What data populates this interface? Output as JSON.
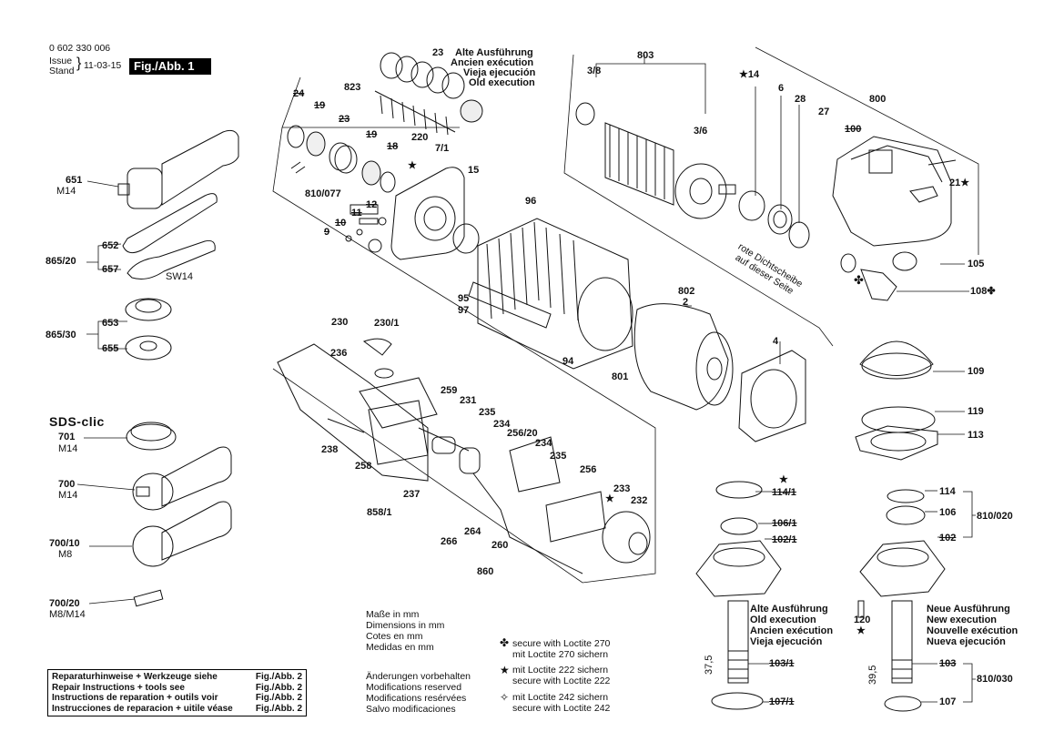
{
  "header": {
    "drawing_number": "0 602 330 006",
    "issue_label_1": "Issue",
    "issue_label_2": "Stand",
    "issue_date": "11-03-15",
    "figure_label": "Fig./Abb. 1"
  },
  "old_version_top": [
    "Alte Ausführung",
    "Ancien exécution",
    "Vieja ejecución",
    "Old execution"
  ],
  "parts": {
    "p651": "651",
    "m14_a": "M14",
    "p865_20": "865/20",
    "p652": "652",
    "p657": "657",
    "sw14": "SW14",
    "p865_30": "865/30",
    "p653": "653",
    "p655": "655",
    "sds": "SDS-clic",
    "p701": "701",
    "m14_b": "M14",
    "p700": "700",
    "m14_c": "M14",
    "p700_10": "700/10",
    "m8": "M8",
    "p700_20": "700/20",
    "m8_m14": "M8/M14",
    "p24": "24",
    "p19a": "19",
    "p23a": "23",
    "p19b": "19",
    "p18": "18",
    "p823": "823",
    "p23": "23",
    "p220": "220",
    "p7_1": "7/1",
    "p15": "15",
    "p810_077": "810/077",
    "p12": "12",
    "p11": "11",
    "p10": "10",
    "p9": "9",
    "p96": "96",
    "p95": "95",
    "p97": "97",
    "p94": "94",
    "p801": "801",
    "p803": "803",
    "p3_8": "3/8",
    "p3_6": "3/6",
    "p802": "802",
    "p2": "2",
    "p4": "4",
    "p14": "★14",
    "p6": "6",
    "p28": "28",
    "p27": "27",
    "p100": "100",
    "p800": "800",
    "p21": "21★",
    "p105": "105",
    "p108": "108✤",
    "seal_note_1": "rote Dichtscheibe",
    "seal_note_2": "auf dieser Seite",
    "p109": "109",
    "p119": "119",
    "p113": "113",
    "p230": "230",
    "p230_1": "230/1",
    "p236": "236",
    "p238": "238",
    "p258": "258",
    "p237": "237",
    "p858_1": "858/1",
    "p259": "259",
    "p231": "231",
    "p235a": "235",
    "p234a": "234",
    "p256_20": "256/20",
    "p234b": "234",
    "p235b": "235",
    "p256": "256",
    "p233": "233",
    "p232": "232",
    "p266": "266",
    "p264": "264",
    "p260": "260",
    "p860": "860",
    "p114_1": "114/1",
    "p106_1": "106/1",
    "p102_1": "102/1",
    "p103_1": "103/1",
    "p107_1": "107/1",
    "p114": "114",
    "p106": "106",
    "p102": "102",
    "p810_020": "810/020",
    "p120": "120",
    "p103": "103",
    "p107": "107",
    "p810_030": "810/030",
    "dim_37_5": "37,5",
    "dim_39_5": "39,5"
  },
  "old_version_bottom": [
    "Alte Ausführung",
    "Old execution",
    "Ancien exécution",
    "Vieja ejecución"
  ],
  "new_version_bottom": [
    "Neue Ausführung",
    "New execution",
    "Nouvelle exécution",
    "Nueva ejecución"
  ],
  "dimensions_note": [
    "Maße in mm",
    "Dimensions in mm",
    "Cotes en mm",
    "Medidas en mm"
  ],
  "modifications_note": [
    "Änderungen vorbehalten",
    "Modifications reserved",
    "Modifications resérvées",
    "Salvo modificaciones"
  ],
  "loctite": [
    {
      "symbol": "✤",
      "line1": "secure with Loctite 270",
      "line2": "mit Loctite 270 sichern"
    },
    {
      "symbol": "★",
      "line1": "mit Loctite 222 sichern",
      "line2": "secure with Loctite 222"
    },
    {
      "symbol": "✧",
      "line1": "mit Loctite 242 sichern",
      "line2": "secure with Loctite 242"
    }
  ],
  "repair_table": [
    {
      "text": "Reparaturhinweise + Werkzeuge siehe",
      "ref": "Fig./Abb. 2"
    },
    {
      "text": "Repair Instructions + tools see",
      "ref": "Fig./Abb. 2"
    },
    {
      "text": "Instructions de reparation + outils voir",
      "ref": "Fig./Abb. 2"
    },
    {
      "text": "Instrucciones de reparacion + uitile véase",
      "ref": "Fig./Abb. 2"
    }
  ]
}
